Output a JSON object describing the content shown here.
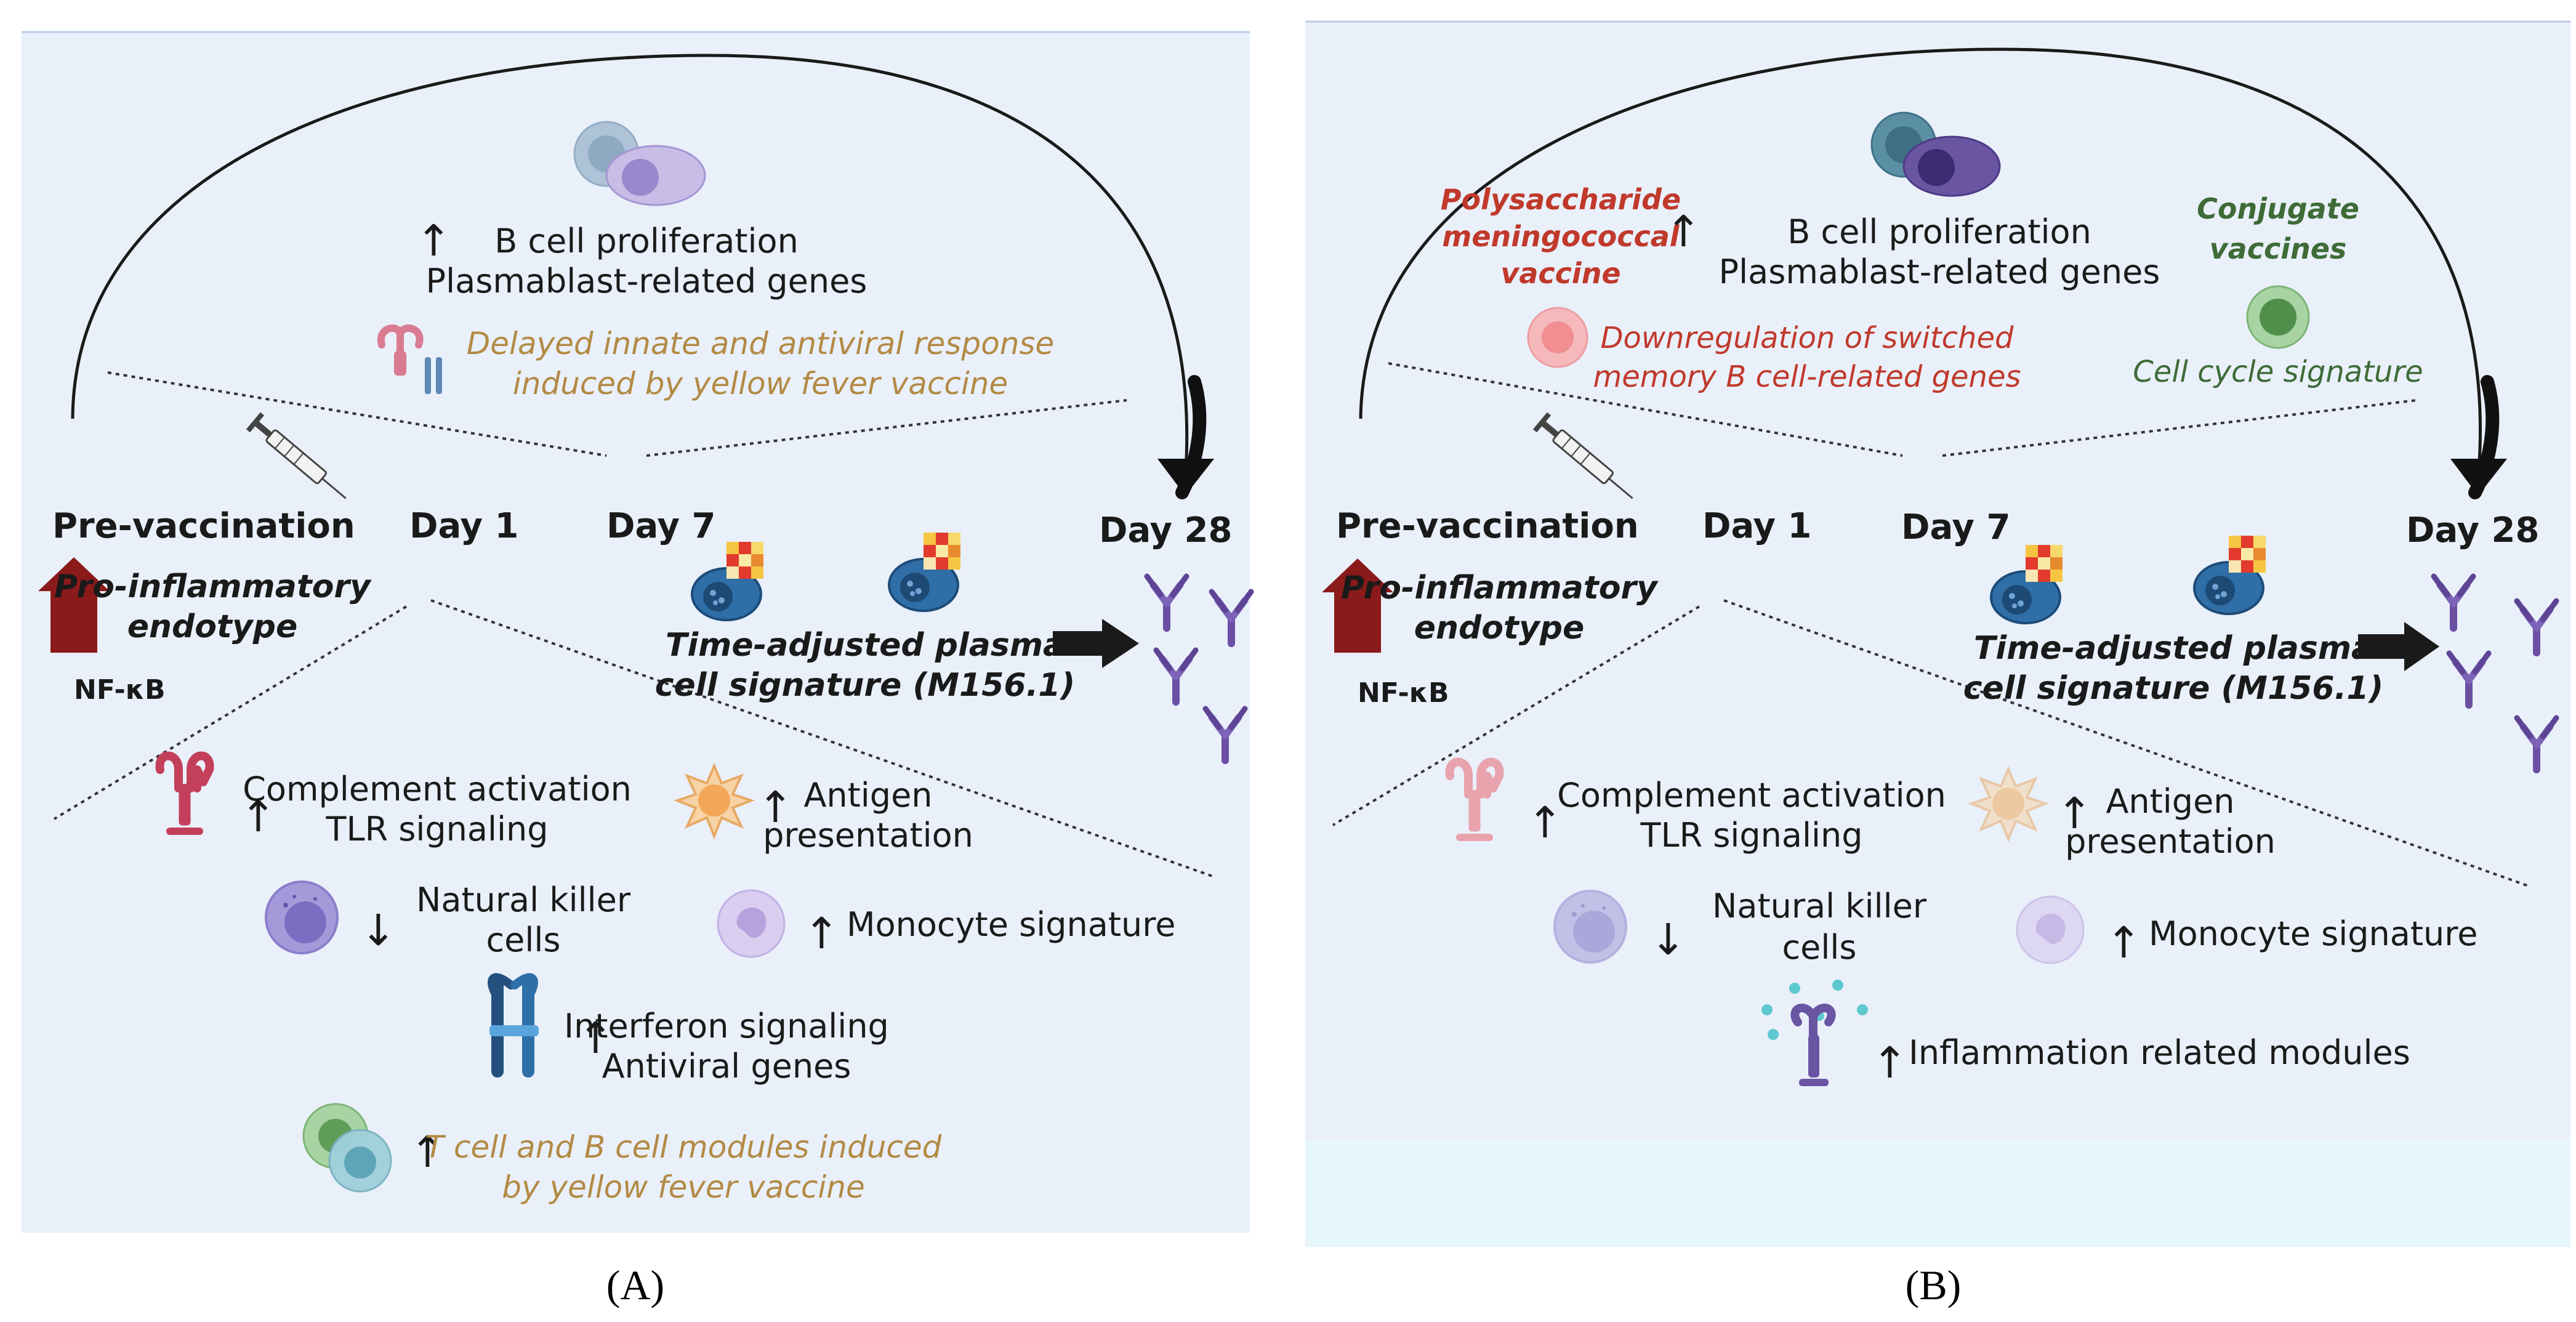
{
  "panels": [
    {
      "letter": "(A)",
      "timeline": {
        "pre": "Pre-vaccination",
        "day1": "Day 1",
        "day7": "Day 7",
        "day28": "Day 28"
      },
      "pre_vaccination": {
        "line1": "Pro-inflammatory",
        "line2": "endotype",
        "nfkb": "NF-κB"
      },
      "plasma": {
        "line1": "Time-adjusted plasma",
        "line2": "cell signature (M156.1)"
      },
      "upper": {
        "line1": "B cell proliferation",
        "line2": "Plasmablast-related genes",
        "yf1": "Delayed innate and antiviral response",
        "yf2": "induced by yellow fever vaccine"
      },
      "lower": {
        "complement1": "Complement activation",
        "complement2": "TLR signaling",
        "antigen1": "Antigen",
        "antigen2": "presentation",
        "nk1": "Natural killer",
        "nk2": "cells",
        "monocyte": "Monocyte signature",
        "ifn1": "Interferon signaling",
        "ifn2": "Antiviral genes",
        "tb1": "T cell and B cell modules induced",
        "tb2": "by yellow fever vaccine"
      }
    },
    {
      "letter": "(B)",
      "timeline": {
        "pre": "Pre-vaccination",
        "day1": "Day 1",
        "day7": "Day 7",
        "day28": "Day 28"
      },
      "pre_vaccination": {
        "line1": "Pro-inflammatory",
        "line2": "endotype",
        "nfkb": "NF-κB"
      },
      "plasma": {
        "line1": "Time-adjusted plasma",
        "line2": "cell signature (M156.1)"
      },
      "upper": {
        "poly1": "Polysaccharide",
        "poly2": "meningococcal",
        "poly3": "vaccine",
        "line1": "B cell proliferation",
        "line2": "Plasmablast-related genes",
        "conj1": "Conjugate",
        "conj2": "vaccines",
        "down1": "Downregulation of switched",
        "down2": "memory B cell-related genes",
        "cycle": "Cell cycle signature"
      },
      "lower": {
        "complement1": "Complement activation",
        "complement2": "TLR signaling",
        "antigen1": "Antigen",
        "antigen2": "presentation",
        "nk1": "Natural killer",
        "nk2": "cells",
        "monocyte": "Monocyte signature",
        "inflam": "Inflammation related modules"
      }
    }
  ],
  "colors": {
    "panel_bg": "#e9f0fa",
    "yellow_fever_text": "#b38a44",
    "polysaccharide_text": "#c0392b",
    "conjugate_text": "#3e6b36",
    "pro_inflammatory_arrow": "#8b1a1a",
    "antibody": "#6b4fa3"
  }
}
